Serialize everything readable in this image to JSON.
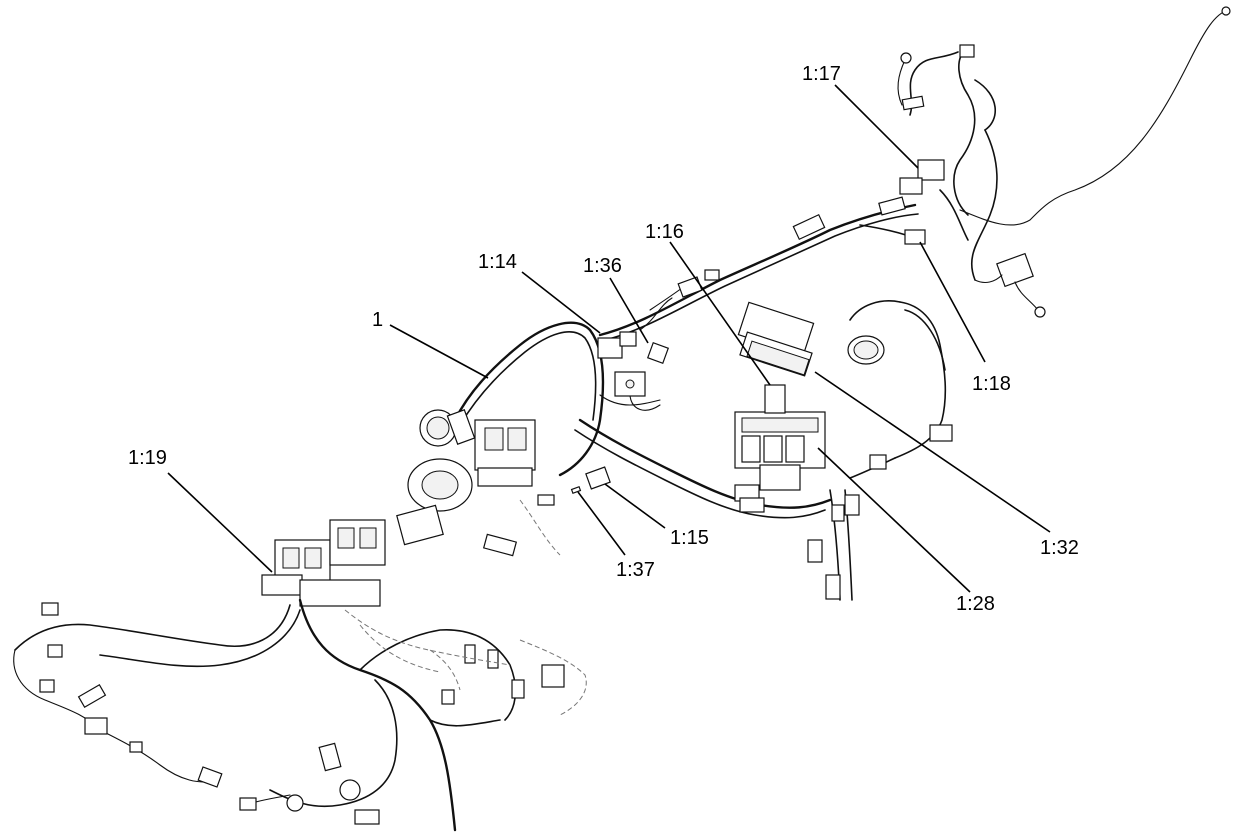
{
  "diagram": {
    "labels": {
      "item_1": "1",
      "item_1_14": "1:14",
      "item_1_36": "1:36",
      "item_1_16": "1:16",
      "item_1_17": "1:17",
      "item_1_18": "1:18",
      "item_1_19": "1:19",
      "item_1_15": "1:15",
      "item_1_37": "1:37",
      "item_1_32": "1:32",
      "item_1_28": "1:28"
    }
  }
}
